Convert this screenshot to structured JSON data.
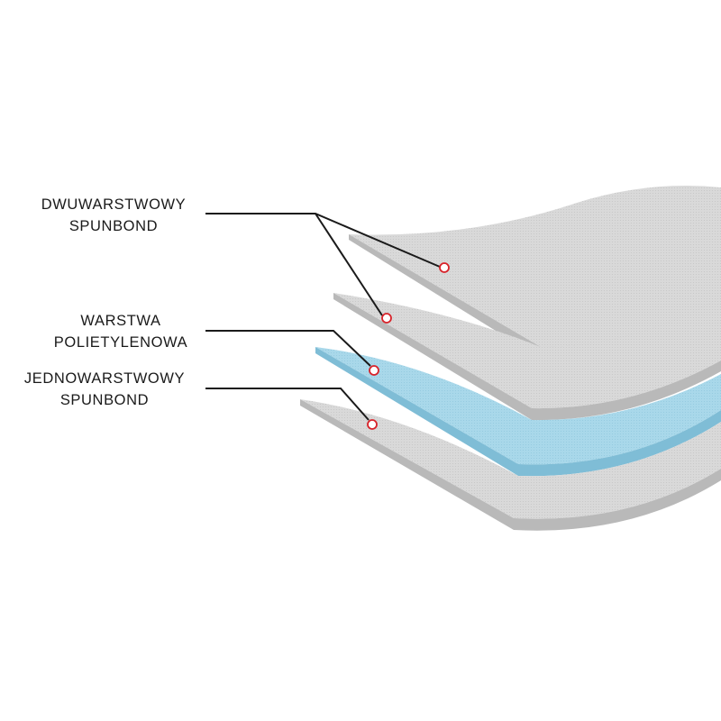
{
  "labels": {
    "two_layer_spunbond": {
      "line1": "DWUWARSTWOWY",
      "line2": "SPUNBOND"
    },
    "polyethylene_layer": {
      "line1": "WARSTWA",
      "line2": "POLIETYLENOWA"
    },
    "single_layer_spunbond": {
      "line1": "JEDNOWARSTWOWY",
      "line2": "SPUNBOND"
    }
  },
  "colors": {
    "spunbond_face": "#d9d9d9",
    "spunbond_edge": "#b9b9b9",
    "polyethylene_face": "#a9d8ea",
    "polyethylene_edge": "#7fbdd6",
    "leader_line": "#1a1a1a",
    "marker": "#d8232a"
  }
}
